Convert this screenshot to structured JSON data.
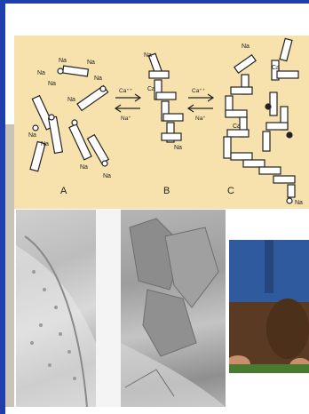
{
  "diagram": {
    "panel_a": {
      "label": "A",
      "ions": [
        "Na",
        "Na",
        "Na",
        "Na",
        "Na",
        "Na",
        "Na",
        "Na",
        "Na",
        "Na"
      ]
    },
    "panel_b": {
      "label": "B",
      "ions": {
        "top": "Na",
        "middle": "Ca",
        "bottom": "Na"
      }
    },
    "panel_c": {
      "label": "C",
      "ions": {
        "top": "Na",
        "ca_upper": "Ca",
        "ca_left": "Ca",
        "bottom": "Na"
      }
    },
    "arrows": {
      "ab_top": "Ca⁺⁺",
      "ab_bottom": "Na⁺",
      "bc_top": "Ca⁺⁺",
      "bc_bottom": "Na⁺"
    }
  },
  "colors": {
    "panel": "#f7e2ae",
    "border": "#1f3fae",
    "soil": "#5a3a22",
    "shirt": "#2f5a9e"
  }
}
